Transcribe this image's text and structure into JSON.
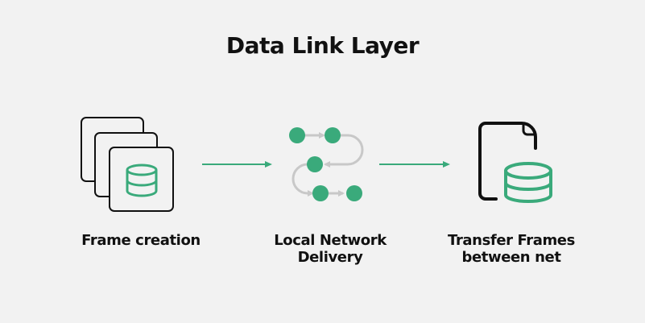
{
  "title": "Data Link Layer",
  "steps": [
    {
      "icon": "stacked-frames-database-icon",
      "label_lines": [
        "Frame creation"
      ]
    },
    {
      "icon": "network-path-icon",
      "label_lines": [
        "Local Network",
        "Delivery"
      ]
    },
    {
      "icon": "document-database-icon",
      "label_lines": [
        "Transfer Frames",
        "between net"
      ]
    }
  ],
  "colors": {
    "accent": "#3aaa7b",
    "outline": "#111111",
    "path": "#c8c8c8",
    "background": "#f2f2f2"
  }
}
